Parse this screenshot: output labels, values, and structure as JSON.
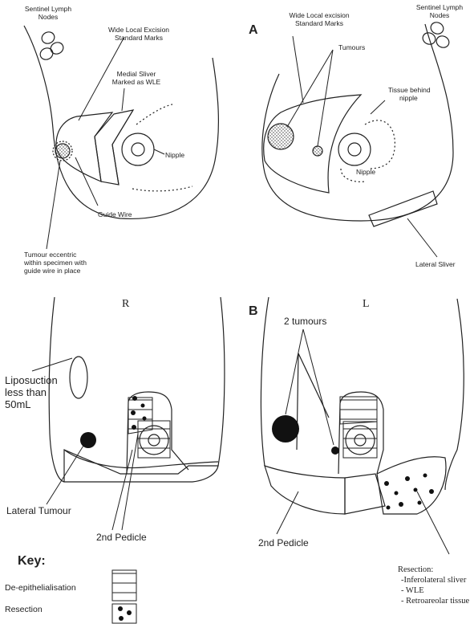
{
  "panelA": {
    "letter": "A",
    "left": {
      "sentinel": [
        "Sentinel Lymph",
        "Nodes"
      ],
      "wle": [
        "Wide Local Excision",
        "Standard Marks"
      ],
      "medial": [
        "Medial Sliver",
        "Marked as WLE"
      ],
      "nipple": "Nipple",
      "guide": "Guide Wire",
      "eccentric": [
        "Tumour eccentric",
        "within specimen with",
        "guide wire in place"
      ]
    },
    "right": {
      "wle": [
        "Wide Local excision",
        "Standard Marks"
      ],
      "sentinel": [
        "Sentinel Lymph",
        "Nodes"
      ],
      "tumours": "Tumours",
      "behind": [
        "Tissue behind",
        "nipple"
      ],
      "nipple": "Nipple",
      "lateral": "Lateral Sliver"
    }
  },
  "panelB": {
    "letter": "B",
    "R": "R",
    "L": "L",
    "lipo": [
      "Liposuction",
      "less than",
      "50mL"
    ],
    "lateralTumour": "Lateral Tumour",
    "pedicleLeft": "2nd Pedicle",
    "twoTumours": "2 tumours",
    "pedicleRight": "2nd Pedicle",
    "resection": [
      "Resection:",
      "-Inferolateral sliver",
      "- WLE",
      "- Retroareolar tissue"
    ]
  },
  "key": {
    "title": "Key:",
    "deepi": "De-epithelialisation",
    "resection": "Resection"
  }
}
